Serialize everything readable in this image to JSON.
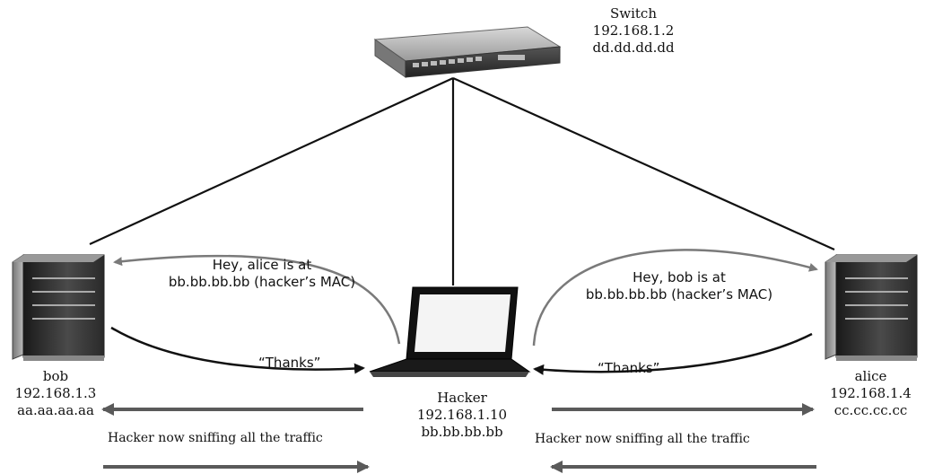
{
  "nodes": {
    "switch": {
      "name": "Switch",
      "ip": "192.168.1.2",
      "mac": "dd.dd.dd.dd"
    },
    "bob": {
      "name": "bob",
      "ip": "192.168.1.3",
      "mac": "aa.aa.aa.aa"
    },
    "hacker": {
      "name": "Hacker",
      "ip": "192.168.1.10",
      "mac": "bb.bb.bb.bb"
    },
    "alice": {
      "name": "alice",
      "ip": "192.168.1.4",
      "mac": "cc.cc.cc.cc"
    }
  },
  "messages": {
    "to_bob_line1": "Hey, alice is at",
    "to_bob_line2": "bb.bb.bb.bb (hacker’s MAC)",
    "to_alice_line1": "Hey, bob is at",
    "to_alice_line2": "bb.bb.bb.bb (hacker’s MAC)",
    "bob_thanks": "“Thanks”",
    "alice_thanks": "“Thanks”",
    "sniff_left": "Hacker now sniffing all the traffic",
    "sniff_right": "Hacker now sniffing all the traffic"
  },
  "colors": {
    "link": "#111111",
    "spoof_arrow": "#7a7a7a",
    "thanks_arrow": "#111111",
    "traffic_arrow": "#5a5a5a"
  }
}
